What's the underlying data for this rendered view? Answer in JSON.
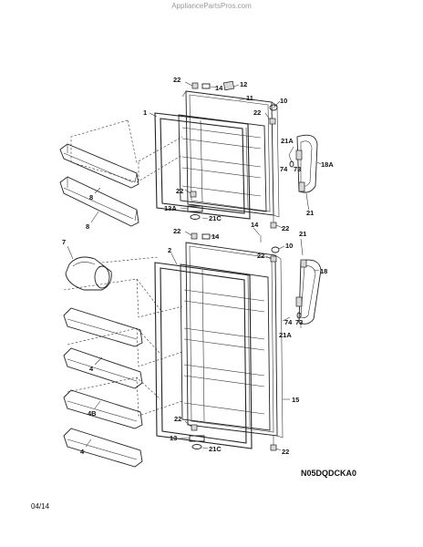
{
  "watermark": "AppliancePartsPros.com",
  "model_code": "N05DQDCKA0",
  "date_code": "04/14",
  "callouts": {
    "c22_top_left": "22",
    "c14_top": "14",
    "c12": "12",
    "c11": "11",
    "c10_top": "10",
    "c22_top_right": "22",
    "c1": "1",
    "c21A_top": "21A",
    "c74_top": "74",
    "c73_top": "73",
    "c18A": "18A",
    "c8_upper": "8",
    "c8_lower": "8",
    "c22_mid_upper": "22",
    "c13A": "13A",
    "c21C_upper": "21C",
    "c21_top": "21",
    "c22_mid_lower": "22",
    "c14_mid": "14",
    "c22_mid_bracket": "22",
    "c14_mid_right": "14",
    "c10_mid": "10",
    "c21_mid": "21",
    "c7": "7",
    "c2": "2",
    "c22_mid_right": "22",
    "c18": "18",
    "c74_mid": "74",
    "c73_mid": "73",
    "c21A_mid": "21A",
    "c4_upper": "4",
    "c4B": "4B",
    "c4_lower": "4",
    "c15": "15",
    "c22_bottom_left": "22",
    "c13": "13",
    "c21C_lower": "21C",
    "c22_bottom_right": "22"
  }
}
